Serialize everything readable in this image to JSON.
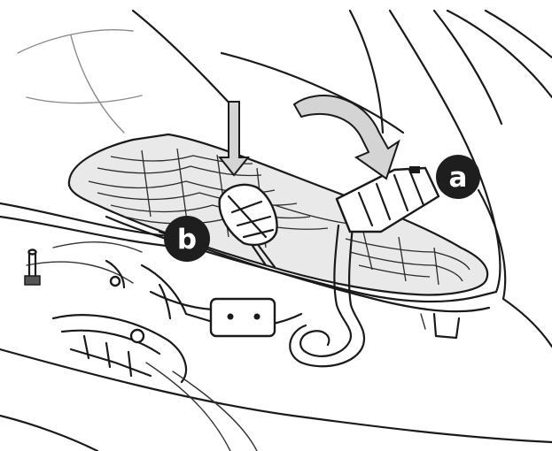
{
  "figure": {
    "callouts": [
      {
        "id": "a",
        "text": "a"
      },
      {
        "id": "b",
        "text": "b"
      }
    ],
    "colors": {
      "line": "#1a1a1a",
      "arrow_fill": "#d4d4d4",
      "label_disc": "#1e1e1e",
      "label_text": "#ffffff"
    },
    "icons": [
      "curved-arrow-icon",
      "down-arrow-icon"
    ]
  }
}
